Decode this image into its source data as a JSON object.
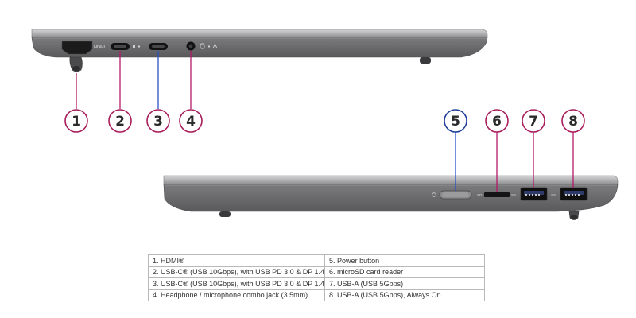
{
  "left_side": {
    "port_labels": [
      "HDMI"
    ],
    "callouts": [
      {
        "number": "1",
        "port": "hdmi"
      },
      {
        "number": "2",
        "port": "usb-c"
      },
      {
        "number": "3",
        "port": "usb-c"
      },
      {
        "number": "4",
        "port": "audio-jack"
      }
    ]
  },
  "right_side": {
    "port_labels": [
      "SD",
      "SS←",
      "SS←"
    ],
    "callouts": [
      {
        "number": "5",
        "port": "power-button"
      },
      {
        "number": "6",
        "port": "microsd-slot"
      },
      {
        "number": "7",
        "port": "usb-a"
      },
      {
        "number": "8",
        "port": "usb-a-always-on"
      }
    ]
  },
  "colors": {
    "callout_ring_left": "#a81d5b",
    "callout_ring_right": "#1f3f9a",
    "leader_left": "#b3196a",
    "leader_right": "#2850c8",
    "laptop_body": "#6f6f71",
    "laptop_lid": "#a9a9ab"
  },
  "legend": {
    "rows": [
      {
        "left": "1.   HDMI®",
        "right": "5.   Power button"
      },
      {
        "left": "2.   USB-C® (USB 10Gbps), with USB PD 3.0 & DP 1.4",
        "right": "6.   microSD card reader"
      },
      {
        "left": "3.   USB-C® (USB 10Gbps), with USB PD 3.0 & DP 1.4",
        "right": "7.   USB-A (USB 5Gbps)"
      },
      {
        "left": "4.   Headphone / microphone combo jack (3.5mm)",
        "right": "8.   USB-A (USB 5Gbps), Always On"
      }
    ]
  }
}
